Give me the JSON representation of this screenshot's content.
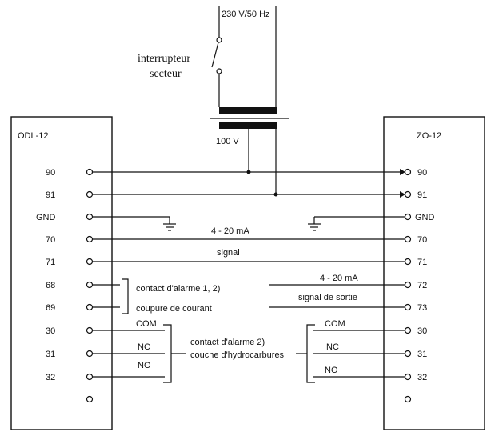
{
  "supply_label": "230 V/50 Hz",
  "switch_label_line1": "interrupteur",
  "switch_label_line2": "secteur",
  "transformer_secondary_label": "100 V",
  "left_device": {
    "name": "ODL-12",
    "terminals": [
      "90",
      "91",
      "GND",
      "70",
      "71",
      "68",
      "69",
      "30",
      "31",
      "32"
    ]
  },
  "right_device": {
    "name": "ZO-12",
    "terminals": [
      "90",
      "91",
      "GND",
      "70",
      "71",
      "72",
      "73",
      "30",
      "31",
      "32"
    ]
  },
  "labels": {
    "current_loop": "4 - 20 mA",
    "signal": "signal",
    "alarm_contact_1": "contact d'alarme 1, 2)",
    "power_cut": "coupure de courant",
    "output_current": "4 - 20 mA",
    "output_signal": "signal de sortie",
    "com_left": "COM",
    "nc_left": "NC",
    "no_left": "NO",
    "alarm_contact_2": "contact d'alarme 2)",
    "hydrocarbon_layer": "couche d'hydrocarbures",
    "com_right": "COM",
    "nc_right": "NC",
    "no_right": "NO"
  }
}
